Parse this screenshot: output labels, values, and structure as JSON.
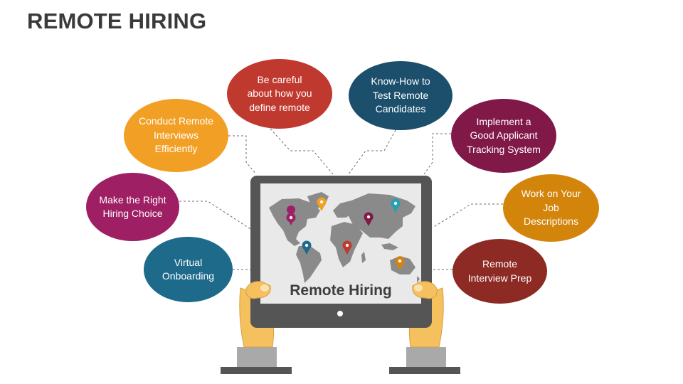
{
  "title": "REMOTE HIRING",
  "tablet_label": "Remote Hiring",
  "colors": {
    "title": "#3a3a3a",
    "tablet_frame": "#555555",
    "tablet_screen": "#e9e9e9",
    "map": "#8a8a8a",
    "connector": "#6e6e6e"
  },
  "bubbles": [
    {
      "lines": [
        "Be careful",
        "about how you",
        "define remote"
      ],
      "color": "#c0392f"
    },
    {
      "lines": [
        "Know-How to",
        "Test Remote",
        "Candidates"
      ],
      "color": "#1b4f6b"
    },
    {
      "lines": [
        "Conduct Remote",
        "Interviews",
        "Efficiently"
      ],
      "color": "#f2a025"
    },
    {
      "lines": [
        "Implement a",
        "Good Applicant",
        "Tracking System"
      ],
      "color": "#801848"
    },
    {
      "lines": [
        "Make the Right",
        "Hiring Choice"
      ],
      "color": "#9e1f63"
    },
    {
      "lines": [
        "Work on Your",
        "Job Descriptions"
      ],
      "color": "#d3840b"
    },
    {
      "lines": [
        "Virtual",
        "Onboarding"
      ],
      "color": "#1e6a8a"
    },
    {
      "lines": [
        "Remote",
        "Interview Prep"
      ],
      "color": "#8c2a23"
    }
  ],
  "icons": [
    "world-map-icon",
    "location-pin-icon",
    "hand-icon",
    "tablet-icon"
  ]
}
